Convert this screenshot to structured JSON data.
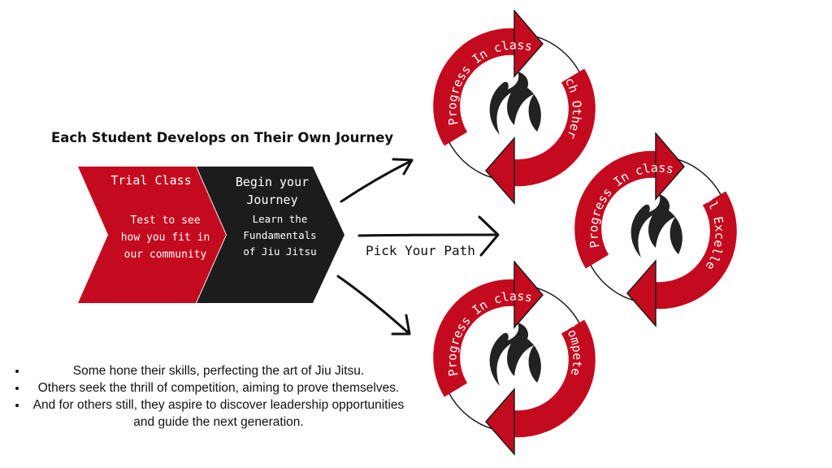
{
  "heading": "Each Student Develops on Their Own Journey",
  "steps": [
    {
      "title": "Trial Class",
      "body_lines": [
        "Test to see",
        "how you fit in",
        "our community"
      ],
      "color": "#c40a1e"
    },
    {
      "title_lines": [
        "Begin your",
        "Journey"
      ],
      "body_lines": [
        "Learn the",
        "Fundamentals",
        "of Jiu Jitsu"
      ],
      "color": "#1c1c1c"
    }
  ],
  "pick_label": "Pick Your Path",
  "cycles": [
    {
      "left": "Progress In class",
      "right": "Coach Others"
    },
    {
      "left": "Progress In class",
      "right": "Personal Excellence"
    },
    {
      "left": "Progress In class",
      "right": "Compete"
    }
  ],
  "bullets": [
    "Some hone their skills, perfecting the art of Jiu Jitsu.",
    "Others seek the thrill of competition, aiming to prove themselves.",
    "And for others still, they aspire to discover leadership opportunities and guide the next generation."
  ],
  "colors": {
    "accent_red": "#c40a1e",
    "dark": "#1c1c1c",
    "logo": "#222222"
  },
  "icons": [
    "flame-logo-icon",
    "cycle-arrows-icon",
    "path-arrow-icon"
  ]
}
